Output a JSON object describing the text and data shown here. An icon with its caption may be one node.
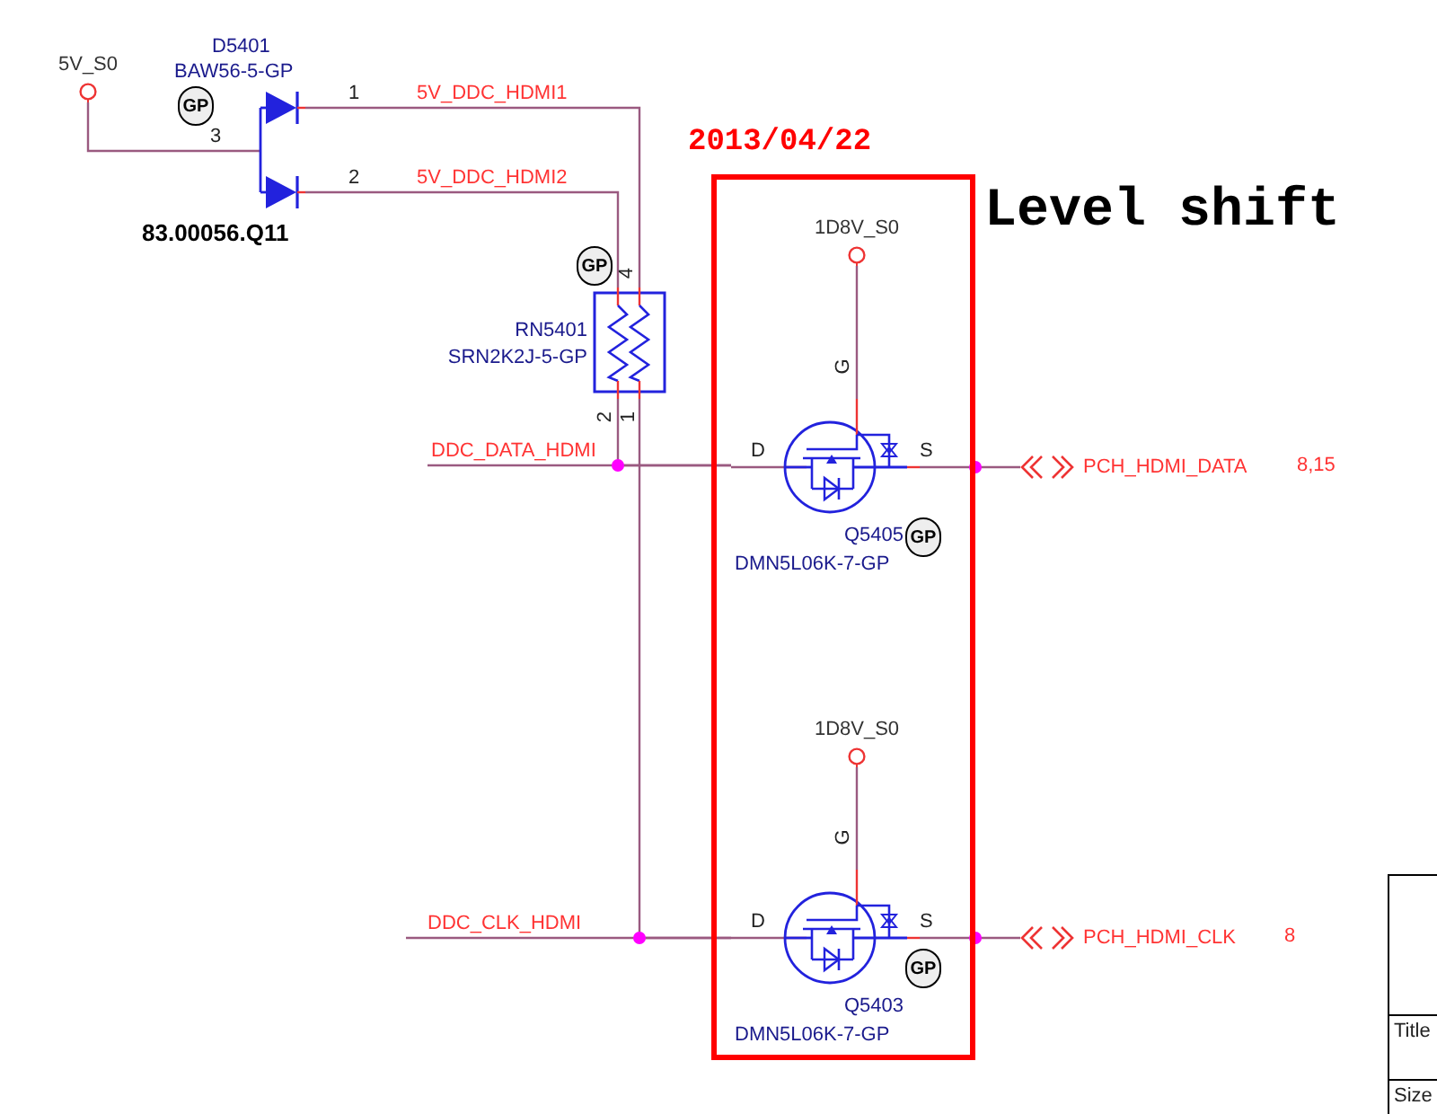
{
  "diagram": {
    "title": "Level shift",
    "nodes": [
      {
        "text": [
          "2013/04/22"
        ]
      },
      {
        "text": [
          "5V_S0"
        ]
      },
      {
        "text": [
          "D5401",
          "BAW56-5-GP",
          "83.00056.Q11"
        ]
      },
      {
        "text": [
          "RN5401",
          "SRN2K2J-5-GP"
        ]
      },
      {
        "text": [
          "1D8V_S0"
        ],
        "in": 0
      },
      {
        "text": [
          "Q5405",
          "DMN5L06K-7-GP"
        ],
        "in": 0
      },
      {
        "text": [
          "1D8V_S0"
        ],
        "in": 0
      },
      {
        "text": [
          "Q5403",
          "DMN5L06K-7-GP"
        ],
        "in": 0
      },
      {
        "text": [
          "PCH_HDMI_DATA"
        ],
        "beside": [
          "8,15"
        ]
      },
      {
        "text": [
          "PCH_HDMI_CLK"
        ],
        "beside": [
          "8"
        ]
      }
    ],
    "edges": [
      {
        "from": 1,
        "to": 2,
        "arrow": "none"
      },
      {
        "from": 2,
        "to": 3,
        "arrow": "none",
        "label": "5V_DDC_HDMI1"
      },
      {
        "from": 2,
        "to": 3,
        "arrow": "none",
        "label": "5V_DDC_HDMI2"
      },
      {
        "from": null,
        "to": 5,
        "arrow": "none",
        "label": "DDC_DATA_HDMI"
      },
      {
        "from": 3,
        "to": 5,
        "arrow": "none"
      },
      {
        "from": 4,
        "to": 5,
        "arrow": "none"
      },
      {
        "from": 5,
        "to": 8,
        "arrow": "none"
      },
      {
        "from": null,
        "to": 7,
        "arrow": "none",
        "label": "DDC_CLK_HDMI"
      },
      {
        "from": 3,
        "to": 7,
        "arrow": "none"
      },
      {
        "from": 6,
        "to": 7,
        "arrow": "none"
      },
      {
        "from": 7,
        "to": 9,
        "arrow": "none"
      }
    ],
    "labels": [
      "3",
      "1",
      "2",
      "GP",
      "4",
      "GP",
      "2",
      "1",
      "G",
      "D",
      "S",
      "GP",
      "G",
      "D",
      "S",
      "GP",
      "Title",
      "Size"
    ]
  }
}
